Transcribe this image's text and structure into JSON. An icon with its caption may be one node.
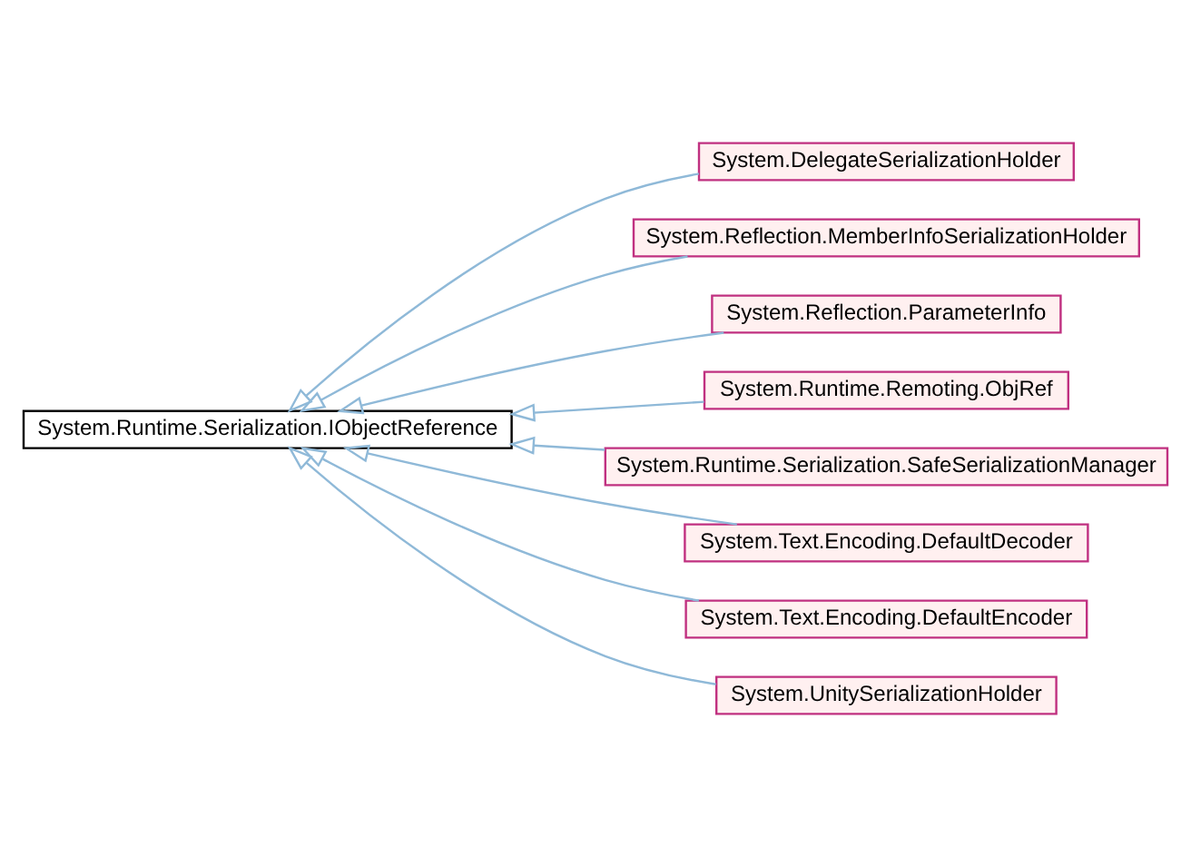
{
  "diagram": {
    "nodes": [
      {
        "text": [
          "System.Runtime.Serialization.IObjectReference"
        ]
      },
      {
        "text": [
          "System.DelegateSerializationHolder"
        ]
      },
      {
        "text": [
          "System.Reflection.MemberInfoSerializationHolder"
        ]
      },
      {
        "text": [
          "System.Reflection.ParameterInfo"
        ]
      },
      {
        "text": [
          "System.Runtime.Remoting.ObjRef"
        ]
      },
      {
        "text": [
          "System.Runtime.Serialization.SafeSerializationManager"
        ]
      },
      {
        "text": [
          "System.Text.Encoding.DefaultDecoder"
        ]
      },
      {
        "text": [
          "System.Text.Encoding.DefaultEncoder"
        ]
      },
      {
        "text": [
          "System.UnitySerializationHolder"
        ]
      }
    ],
    "edges": [
      {
        "from": 1,
        "to": 0,
        "arrow": "to"
      },
      {
        "from": 2,
        "to": 0,
        "arrow": "to"
      },
      {
        "from": 3,
        "to": 0,
        "arrow": "to"
      },
      {
        "from": 4,
        "to": 0,
        "arrow": "to"
      },
      {
        "from": 5,
        "to": 0,
        "arrow": "to"
      },
      {
        "from": 6,
        "to": 0,
        "arrow": "to"
      },
      {
        "from": 7,
        "to": 0,
        "arrow": "to"
      },
      {
        "from": 8,
        "to": 0,
        "arrow": "to"
      }
    ]
  }
}
